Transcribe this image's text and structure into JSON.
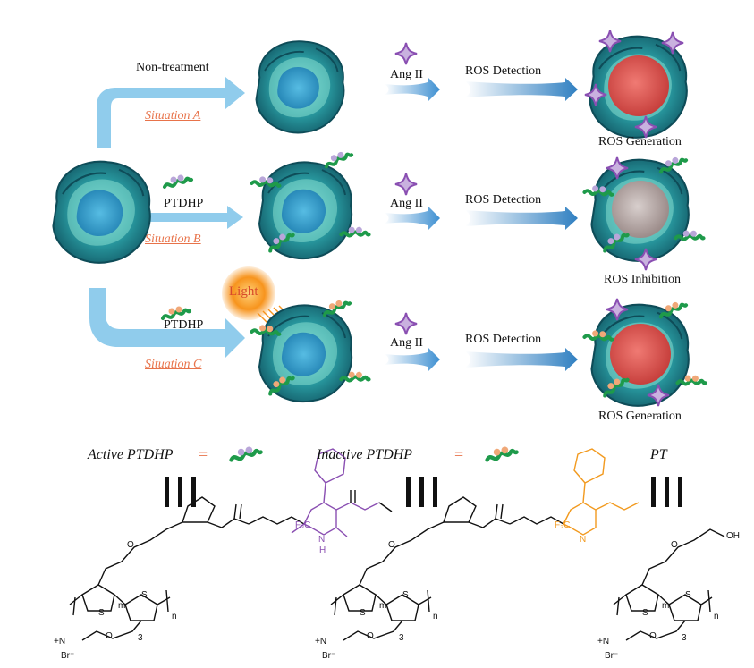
{
  "colors": {
    "arrow_blue": "#7fc4ea",
    "arrow_dark": "#3d8fd1",
    "cell_teal": "#1f8f95",
    "nucleus_cyan": "#5ad0d8",
    "ros_red": "#d9534f",
    "ros_inhibited": "#b9a8a6",
    "ang_purple": "#8a4fb2",
    "polymer_green": "#1e9a4a",
    "active_bead": "#b9a6d9",
    "inactive_bead": "#f0a878",
    "light_orange": "#f7941d",
    "situation_orange": "#e8734a",
    "legend_orange": "#e8734a",
    "dhp_purple": "#8a4fb2",
    "pyridine_orange": "#f29a1f"
  },
  "labels": {
    "non_treatment": "Non-treatment",
    "situation_a": "Situation A",
    "situation_b": "Situation B",
    "situation_c": "Situation C",
    "ptdhp": "PTDHP",
    "light": "Light",
    "ang_ii": "Ang II",
    "ros_detection": "ROS Detection",
    "ros_generation": "ROS Generation",
    "ros_inhibition": "ROS Inhibition"
  },
  "legend": {
    "active": "Active PTDHP",
    "inactive": "Inactive PTDHP",
    "pt": "PT",
    "equals": "="
  },
  "chem": {
    "cf3": "F₃C",
    "n": "N",
    "h": "H",
    "s": "S",
    "o": "O",
    "oh": "OH",
    "m": "m",
    "nn": "n",
    "three": "3",
    "nplus": "+N",
    "br": "Br⁻"
  }
}
